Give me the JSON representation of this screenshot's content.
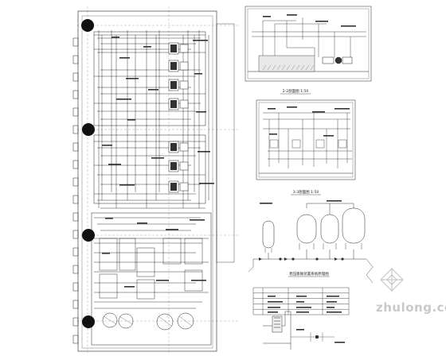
{
  "section_2_2": {
    "caption": "2-2剖面图",
    "scale": "1:50"
  },
  "section_3_3": {
    "caption": "3-3剖面图",
    "scale": "1:50"
  },
  "system_diagram": {
    "caption": "稳压膨胀装置系统原理图"
  },
  "watermark": {
    "text": "zhulong.com"
  }
}
